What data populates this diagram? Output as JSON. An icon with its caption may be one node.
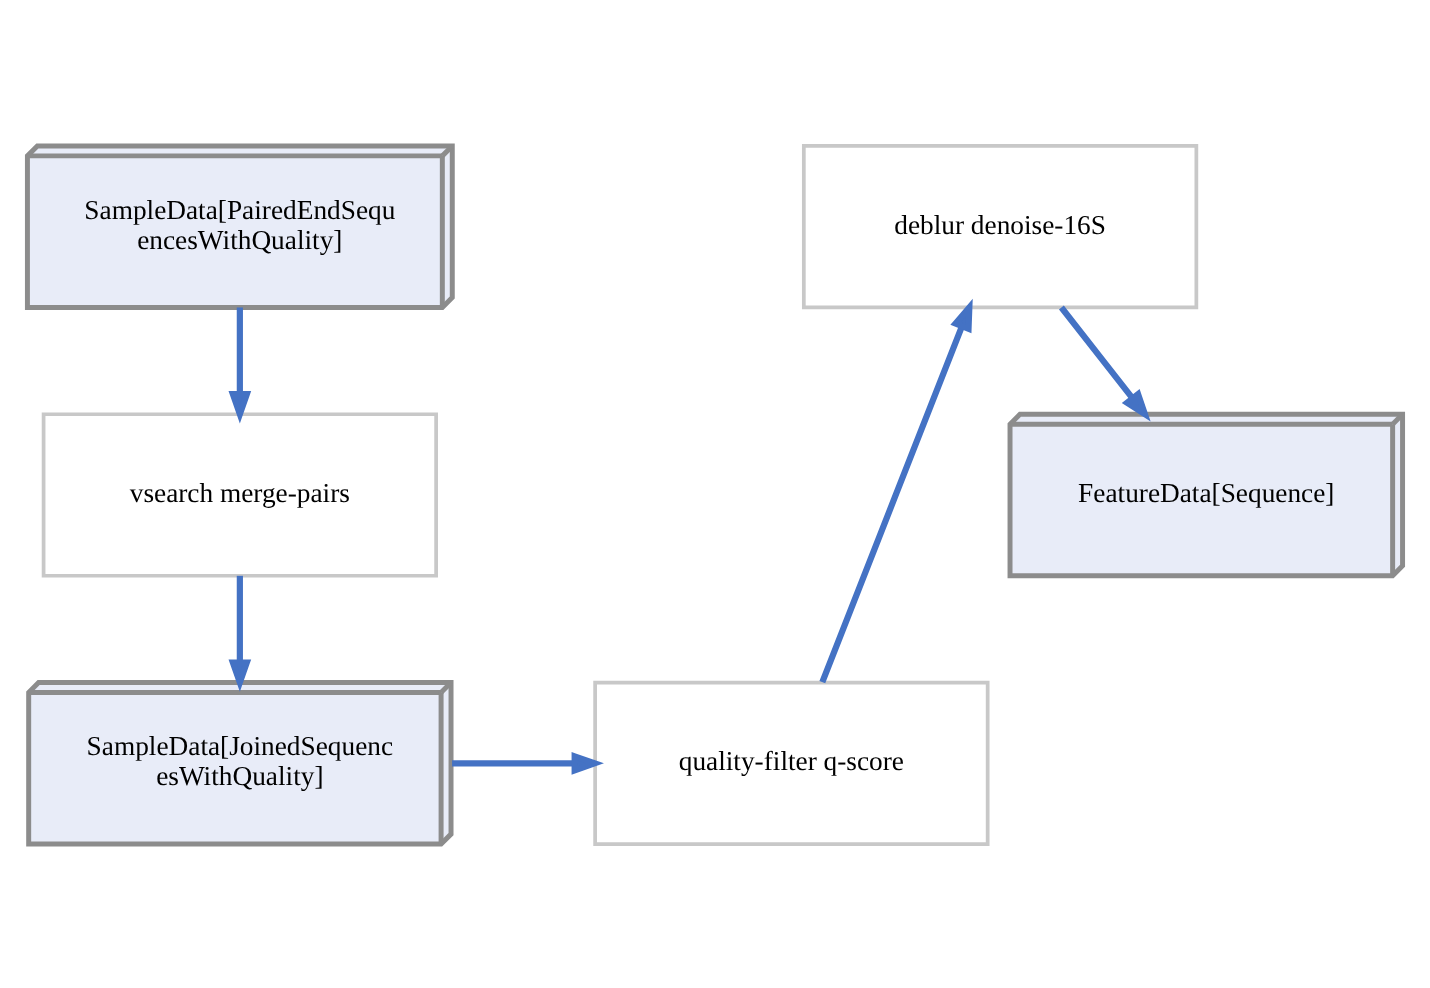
{
  "diagram": {
    "nodes": [
      {
        "text": [
          "SampleData[PairedEndSequencesWithQuality]"
        ]
      },
      {
        "text": [
          "vsearch merge-pairs"
        ]
      },
      {
        "text": [
          "SampleData[JoinedSequencesWithQuality]"
        ]
      },
      {
        "text": [
          "quality-filter q-score"
        ]
      },
      {
        "text": [
          "deblur denoise-16S"
        ]
      },
      {
        "text": [
          "FeatureData[Sequence]"
        ]
      }
    ],
    "edges": [
      {
        "from": 0,
        "to": 1,
        "arrow": "to"
      },
      {
        "from": 1,
        "to": 2,
        "arrow": "to"
      },
      {
        "from": 2,
        "to": 3,
        "arrow": "to"
      },
      {
        "from": 3,
        "to": 4,
        "arrow": "to"
      },
      {
        "from": 4,
        "to": 5,
        "arrow": "to"
      }
    ]
  }
}
